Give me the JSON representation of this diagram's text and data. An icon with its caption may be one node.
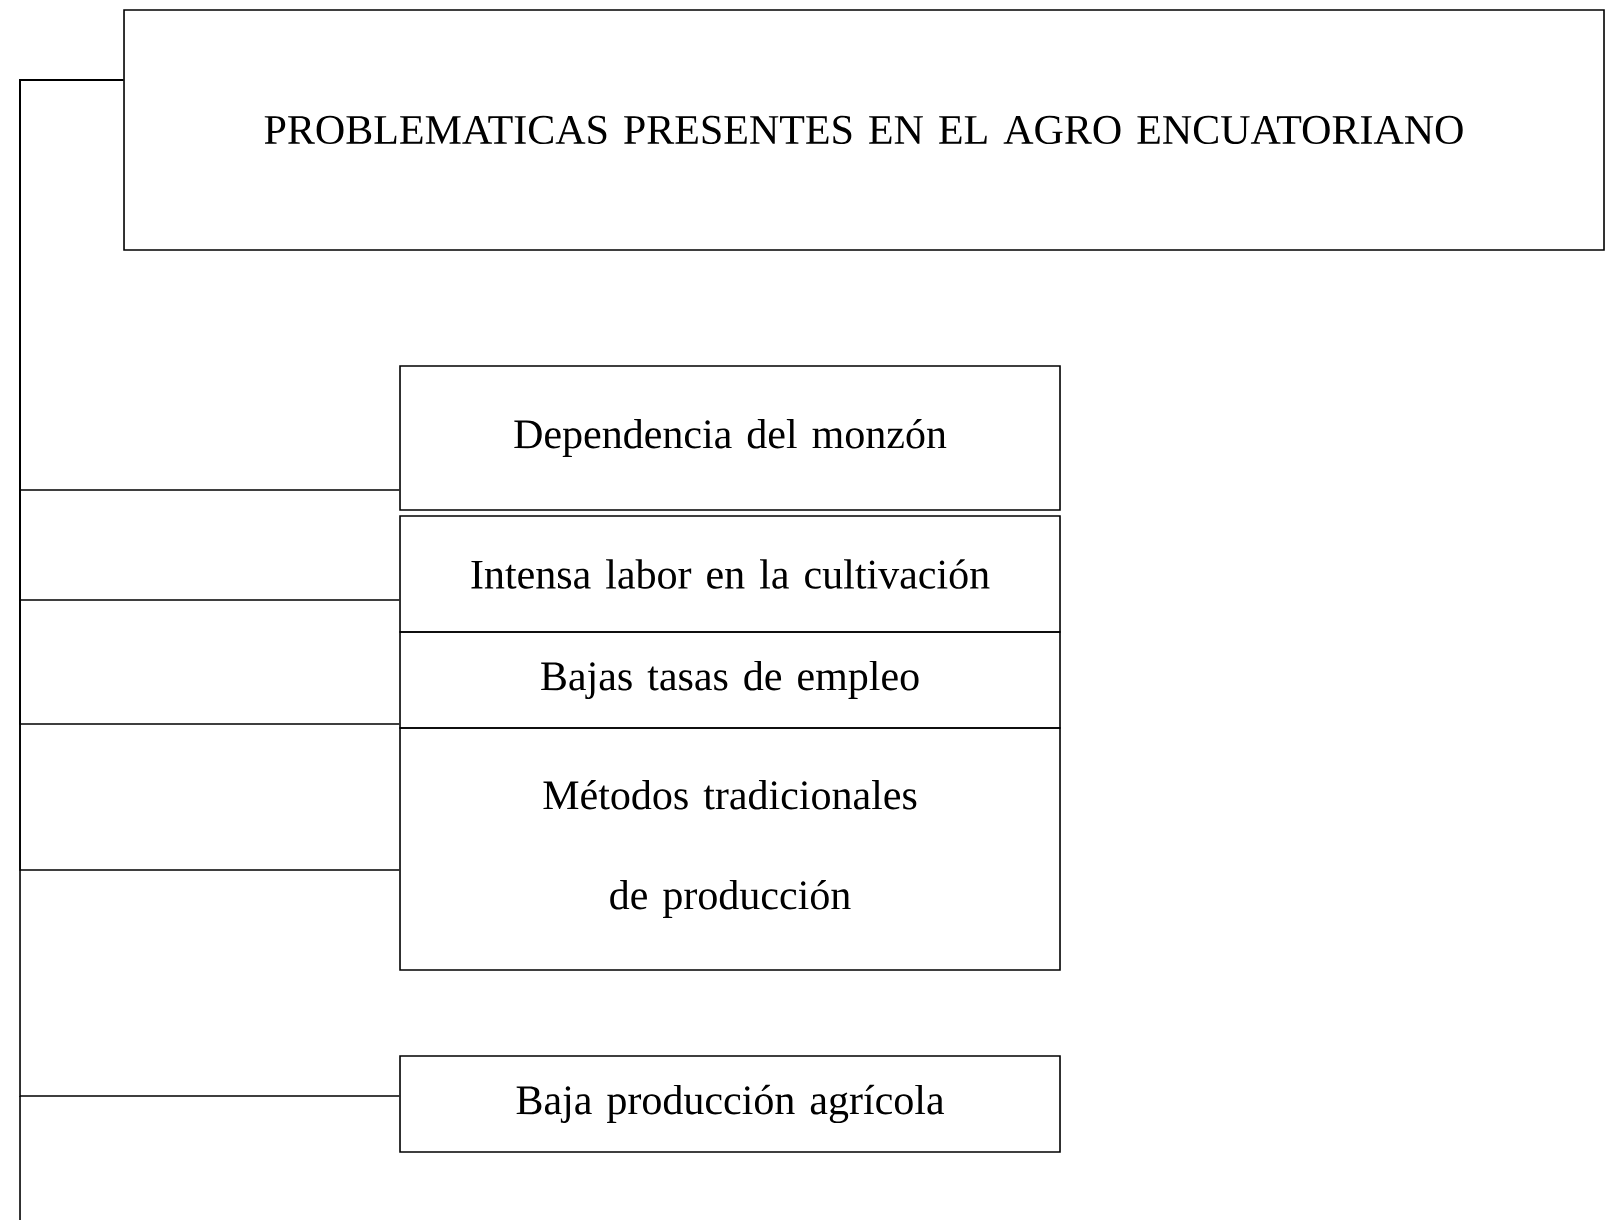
{
  "diagram": {
    "nodes": [
      {
        "text": [
          "PROBLEMATICAS PRESENTES EN EL AGRO ENCUATORIANO"
        ]
      },
      {
        "text": [
          "Dependencia del monzón"
        ]
      },
      {
        "text": [
          "Intensa labor en la cultivación"
        ]
      },
      {
        "text": [
          "Bajas tasas de empleo"
        ]
      },
      {
        "text": [
          "Métodos tradicionales de producción"
        ]
      },
      {
        "text": [
          "Baja producción agrícola"
        ]
      }
    ],
    "edges": [
      {
        "from": 0,
        "to": 1,
        "arrow": "none"
      },
      {
        "from": 0,
        "to": 2,
        "arrow": "none"
      },
      {
        "from": 0,
        "to": 3,
        "arrow": "none"
      },
      {
        "from": 0,
        "to": 4,
        "arrow": "none"
      },
      {
        "from": 0,
        "to": 5,
        "arrow": "none"
      }
    ]
  }
}
